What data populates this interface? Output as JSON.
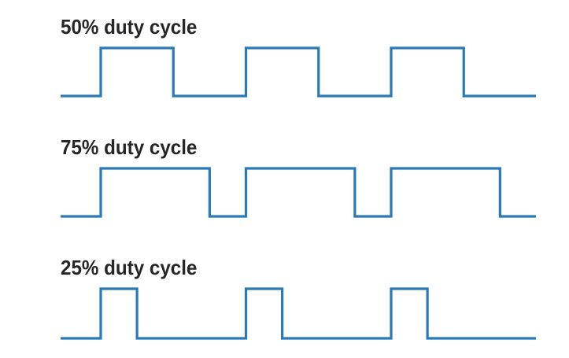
{
  "diagram": {
    "line_color": "#2a7ab8",
    "cycles_shown": 3,
    "waveforms": [
      {
        "title": "50% duty cycle",
        "duty": 0.5
      },
      {
        "title": "75% duty cycle",
        "duty": 0.75
      },
      {
        "title": "25% duty cycle",
        "duty": 0.25
      }
    ]
  }
}
